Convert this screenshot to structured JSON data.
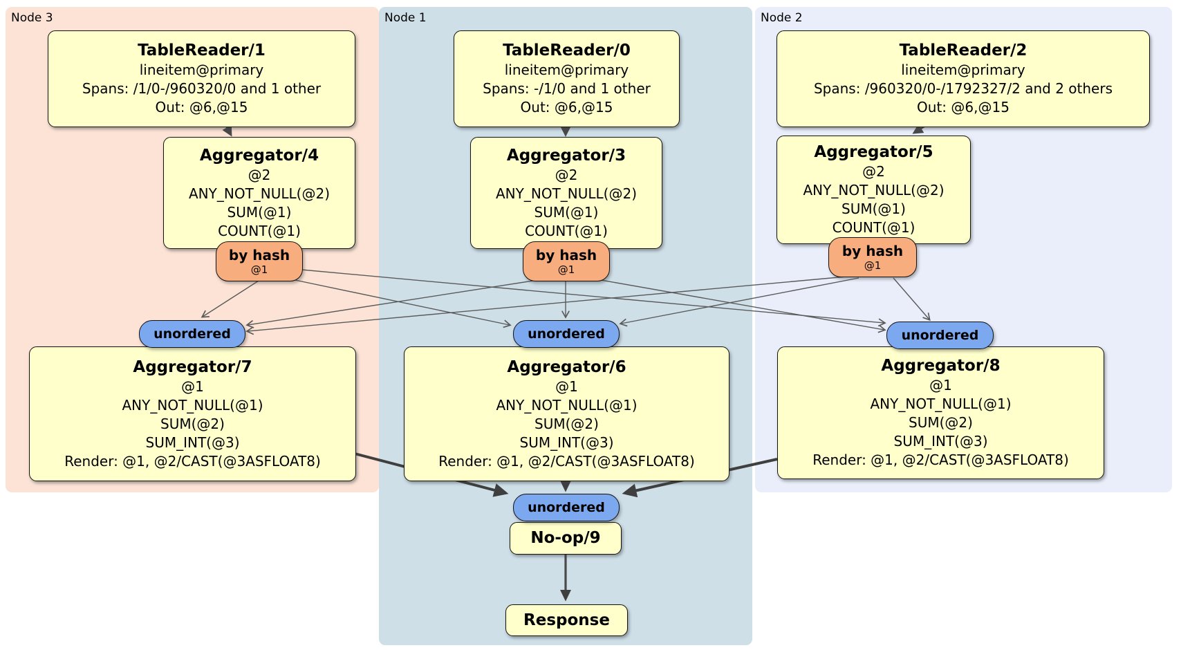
{
  "regions": {
    "node3": {
      "label": "Node 3"
    },
    "node1": {
      "label": "Node 1"
    },
    "node2": {
      "label": "Node 2"
    }
  },
  "processors": {
    "tablereader1": {
      "title": "TableReader/1",
      "lines": [
        "lineitem@primary",
        "Spans: /1/0-/960320/0 and 1 other",
        "Out: @6,@15"
      ]
    },
    "tablereader0": {
      "title": "TableReader/0",
      "lines": [
        "lineitem@primary",
        "Spans: -/1/0 and 1 other",
        "Out: @6,@15"
      ]
    },
    "tablereader2": {
      "title": "TableReader/2",
      "lines": [
        "lineitem@primary",
        "Spans: /960320/0-/1792327/2 and 2 others",
        "Out: @6,@15"
      ]
    },
    "aggregator4": {
      "title": "Aggregator/4",
      "lines": [
        "@2",
        "ANY_NOT_NULL(@2)",
        "SUM(@1)",
        "COUNT(@1)"
      ]
    },
    "aggregator3": {
      "title": "Aggregator/3",
      "lines": [
        "@2",
        "ANY_NOT_NULL(@2)",
        "SUM(@1)",
        "COUNT(@1)"
      ]
    },
    "aggregator5": {
      "title": "Aggregator/5",
      "lines": [
        "@2",
        "ANY_NOT_NULL(@2)",
        "SUM(@1)",
        "COUNT(@1)"
      ]
    },
    "aggregator7": {
      "title": "Aggregator/7",
      "lines": [
        "@1",
        "ANY_NOT_NULL(@1)",
        "SUM(@2)",
        "SUM_INT(@3)",
        "Render: @1, @2/CAST(@3ASFLOAT8)"
      ]
    },
    "aggregator6": {
      "title": "Aggregator/6",
      "lines": [
        "@1",
        "ANY_NOT_NULL(@1)",
        "SUM(@2)",
        "SUM_INT(@3)",
        "Render: @1, @2/CAST(@3ASFLOAT8)"
      ]
    },
    "aggregator8": {
      "title": "Aggregator/8",
      "lines": [
        "@1",
        "ANY_NOT_NULL(@1)",
        "SUM(@2)",
        "SUM_INT(@3)",
        "Render: @1, @2/CAST(@3ASFLOAT8)"
      ]
    },
    "noop": {
      "title": "No-op/9"
    },
    "response": {
      "title": "Response"
    }
  },
  "router": {
    "label": "by hash",
    "detail": "@1"
  },
  "sync": {
    "label": "unordered"
  },
  "colors": {
    "region_node3": "#fce3d5",
    "region_node1": "#cedfe8",
    "region_node2": "#e9eefa",
    "box_fill": "#ffffcc",
    "router_fill": "#f8ad7e",
    "sync_fill": "#7ba8ef",
    "edge_thin": "#5a5a5a",
    "edge_thick": "#3f3f3f"
  }
}
